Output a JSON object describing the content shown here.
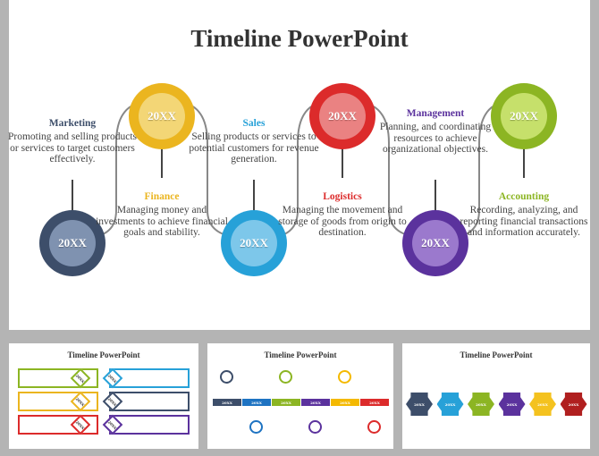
{
  "main": {
    "title": "Timeline PowerPoint",
    "items": [
      {
        "year": "20XX",
        "title": "Marketing",
        "desc": "Promoting and selling products or services to target customers effectively.",
        "color": "#3d4e6a",
        "inner": "#7f92b0"
      },
      {
        "year": "20XX",
        "title": "Finance",
        "desc": "Managing money and investments to achieve financial goals and stability.",
        "color": "#ebb51f",
        "inner": "#f3d676"
      },
      {
        "year": "20XX",
        "title": "Sales",
        "desc": "Selling products or services to potential customers for revenue generation.",
        "color": "#27a1d8",
        "inner": "#7dc7ea"
      },
      {
        "year": "20XX",
        "title": "Logistics",
        "desc": "Managing the movement and storage of goods from origin to destination.",
        "color": "#dc2b2b",
        "inner": "#ea8282"
      },
      {
        "year": "20XX",
        "title": "Management",
        "desc": "Planning, and coordinating resources to achieve organizational objectives.",
        "color": "#5b329d",
        "inner": "#9b79cd"
      },
      {
        "year": "20XX",
        "title": "Accounting",
        "desc": "Recording, analyzing, and reporting financial transactions and information accurately.",
        "color": "#8cb523",
        "inner": "#c6e06b"
      }
    ]
  },
  "thumbnails": [
    {
      "title": "Timeline PowerPoint",
      "year": "20XX",
      "colors": [
        "#8cb523",
        "#ebb51f",
        "#dc2b2b",
        "#27a1d8",
        "#3d4e6a",
        "#5b329d"
      ]
    },
    {
      "title": "Timeline PowerPoint",
      "year": "20XX",
      "colors": [
        "#3d4e6a",
        "#1e73c2",
        "#8cb523",
        "#5b329d",
        "#f4b900",
        "#dc2b2b"
      ]
    },
    {
      "title": "Timeline PowerPoint",
      "year": "20XX",
      "colors": [
        "#3d4e6a",
        "#27a1d8",
        "#8cb523",
        "#5b329d",
        "#f4c21f",
        "#b01f1f"
      ]
    }
  ]
}
